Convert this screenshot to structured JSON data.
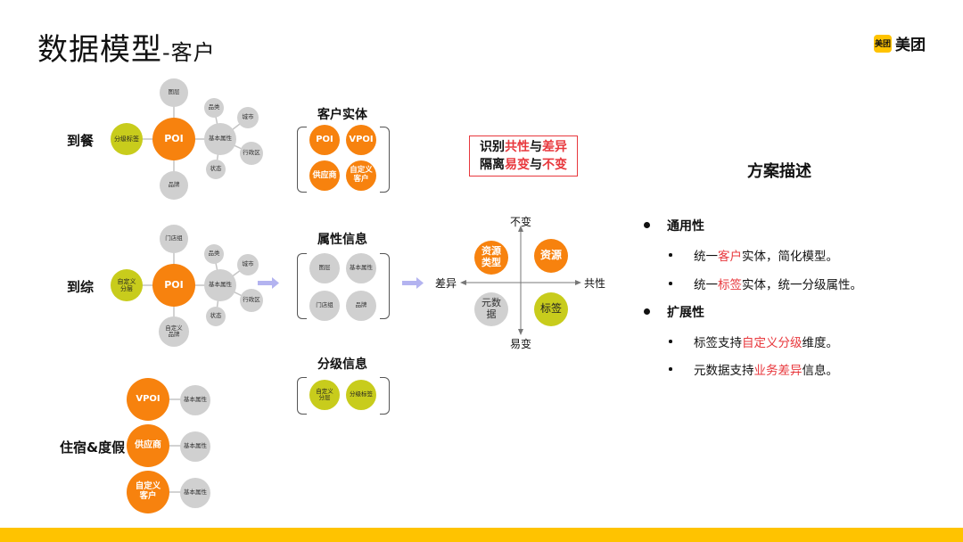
{
  "header": {
    "title": "数据模型",
    "subtitle": "-客户",
    "logo_mark": "美团",
    "logo_text": "美团"
  },
  "rows": {
    "dine": "到餐",
    "general": "到综",
    "hotel": "住宿&度假"
  },
  "dine": {
    "center": "POI",
    "top": "图层",
    "left": "分级标签",
    "bottom": "品牌",
    "mid": "基本属性",
    "n1": "品类",
    "n2": "城市",
    "n3": "行政区",
    "n4": "状态"
  },
  "general": {
    "center": "POI",
    "top": "门店组",
    "left": "自定义\n分层",
    "bottom": "自定义\n品牌",
    "mid": "基本属性",
    "n1": "品类",
    "n2": "城市",
    "n3": "行政区",
    "n4": "状态"
  },
  "hotel": {
    "vpoi": "VPOI",
    "supplier": "供应商",
    "custom": "自定义\n客户",
    "attr1": "基本属性",
    "attr2": "基本属性",
    "attr3": "基本属性"
  },
  "entity": {
    "title": "客户实体",
    "a": "POI",
    "b": "VPOI",
    "c": "供应商",
    "d": "自定义\n客户"
  },
  "attr": {
    "title": "属性信息",
    "a": "图层",
    "b": "基本属性",
    "c": "门店组",
    "d": "品牌"
  },
  "level": {
    "title": "分级信息",
    "a": "自定义\n分层",
    "b": "分级标签"
  },
  "highlight": {
    "l1a": "识别",
    "l1b": "共性",
    "l1c": "与",
    "l1d": "差异",
    "l2a": "隔离",
    "l2b": "易变",
    "l2c": "与",
    "l2d": "不变"
  },
  "quadrant": {
    "top": "不变",
    "bottom": "易变",
    "left": "差异",
    "right": "共性",
    "q1": "资源\n类型",
    "q2": "资源",
    "q3": "元数\n据",
    "q4": "标签"
  },
  "desc": {
    "title": "方案描述",
    "h1": "通用性",
    "i1": {
      "a": "统一",
      "b": "客户",
      "c": "实体，简化模型。"
    },
    "i2": {
      "a": "统一",
      "b": "标签",
      "c": "实体，统一分级属性。"
    },
    "h2": "扩展性",
    "i3": {
      "a": "标签支持",
      "b": "自定义分级",
      "c": "维度。"
    },
    "i4": {
      "a": "元数据支持",
      "b": "业务差异",
      "c": "信息。"
    }
  },
  "colors": {
    "orange": "#F7820E",
    "gray": "#D0D0D0",
    "olive": "#C8CC1C",
    "red": "#E8383D",
    "yellow": "#FFC300",
    "arrow": "#B3B3F0"
  }
}
